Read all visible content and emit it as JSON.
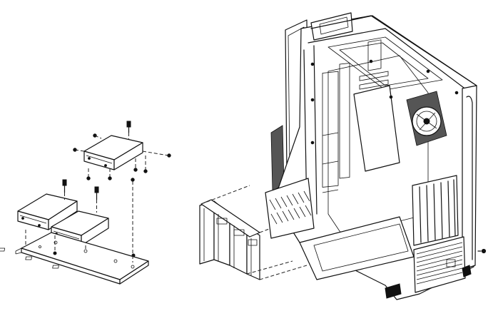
{
  "figure": {
    "kind": "exploded assembly line drawing",
    "colors": {
      "stroke": "#111111",
      "background": "#ffffff"
    },
    "parts": [
      {
        "name": "storage-drive-top",
        "icon": "drive-icon"
      },
      {
        "name": "storage-drive-lower-left",
        "icon": "drive-icon"
      },
      {
        "name": "storage-drive-lower-right",
        "icon": "drive-icon"
      },
      {
        "name": "drive-tray-bracket",
        "icon": "bracket-icon"
      },
      {
        "name": "mounting-screws",
        "icon": "screw-icon"
      },
      {
        "name": "hdd-cage",
        "icon": "cage-icon"
      },
      {
        "name": "pc-case-chassis",
        "icon": "case-icon"
      },
      {
        "name": "case-rear-screw",
        "icon": "screw-icon"
      }
    ]
  }
}
